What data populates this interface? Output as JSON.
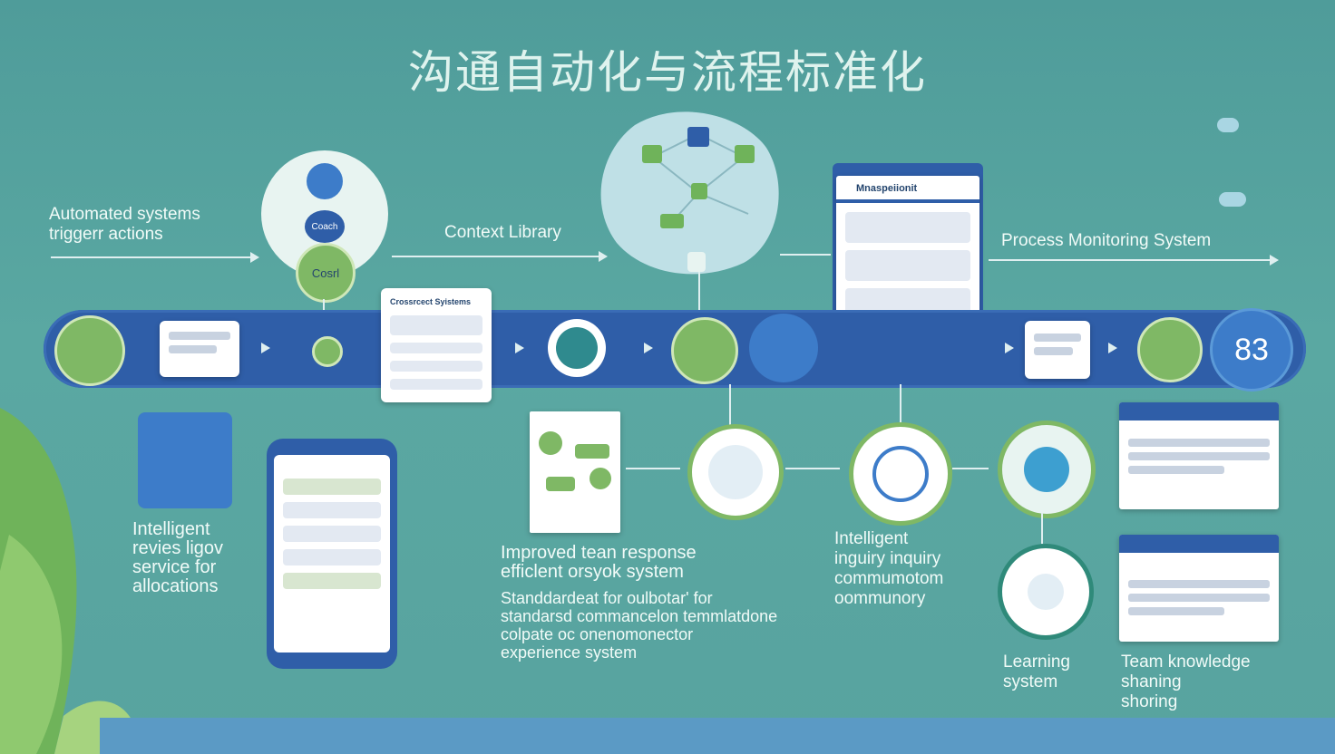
{
  "title": "沟通自动化与流程标准化",
  "labels": {
    "automated": [
      "Automated systems",
      "triggerr actions"
    ],
    "context_library": "Context Library",
    "process_monitoring": "Process Monitoring System",
    "intelligent_review": [
      "Intelligent",
      "revies ligov",
      "service for",
      "allocations"
    ],
    "improved": [
      "Improved tean response",
      "efficlent orsyok system"
    ],
    "standardized": [
      "Standdardeat for oulbotar' for",
      "standarsd commancelon temmlatdone",
      "colpate oc onenomonector",
      "experience system"
    ],
    "intelligent_inquiry": [
      "Intelligent",
      "inguiry inquiry",
      "commumotom",
      "oommunory"
    ],
    "learning": [
      "Learning",
      "system"
    ],
    "team_knowledge": [
      "Team knowledge",
      "shaning",
      "shoring"
    ]
  },
  "nodes": {
    "coach": "Coach",
    "cogol": "Cosrl",
    "number": "83",
    "doc_card_title": "Crossrcect Syistems",
    "tablet_title": "Mnaspeiionit"
  },
  "colors": {
    "background": "#58a39f",
    "band": "#2f5ea8",
    "green": "#7fb865",
    "blue": "#3d7cc9",
    "white": "#ffffff"
  }
}
